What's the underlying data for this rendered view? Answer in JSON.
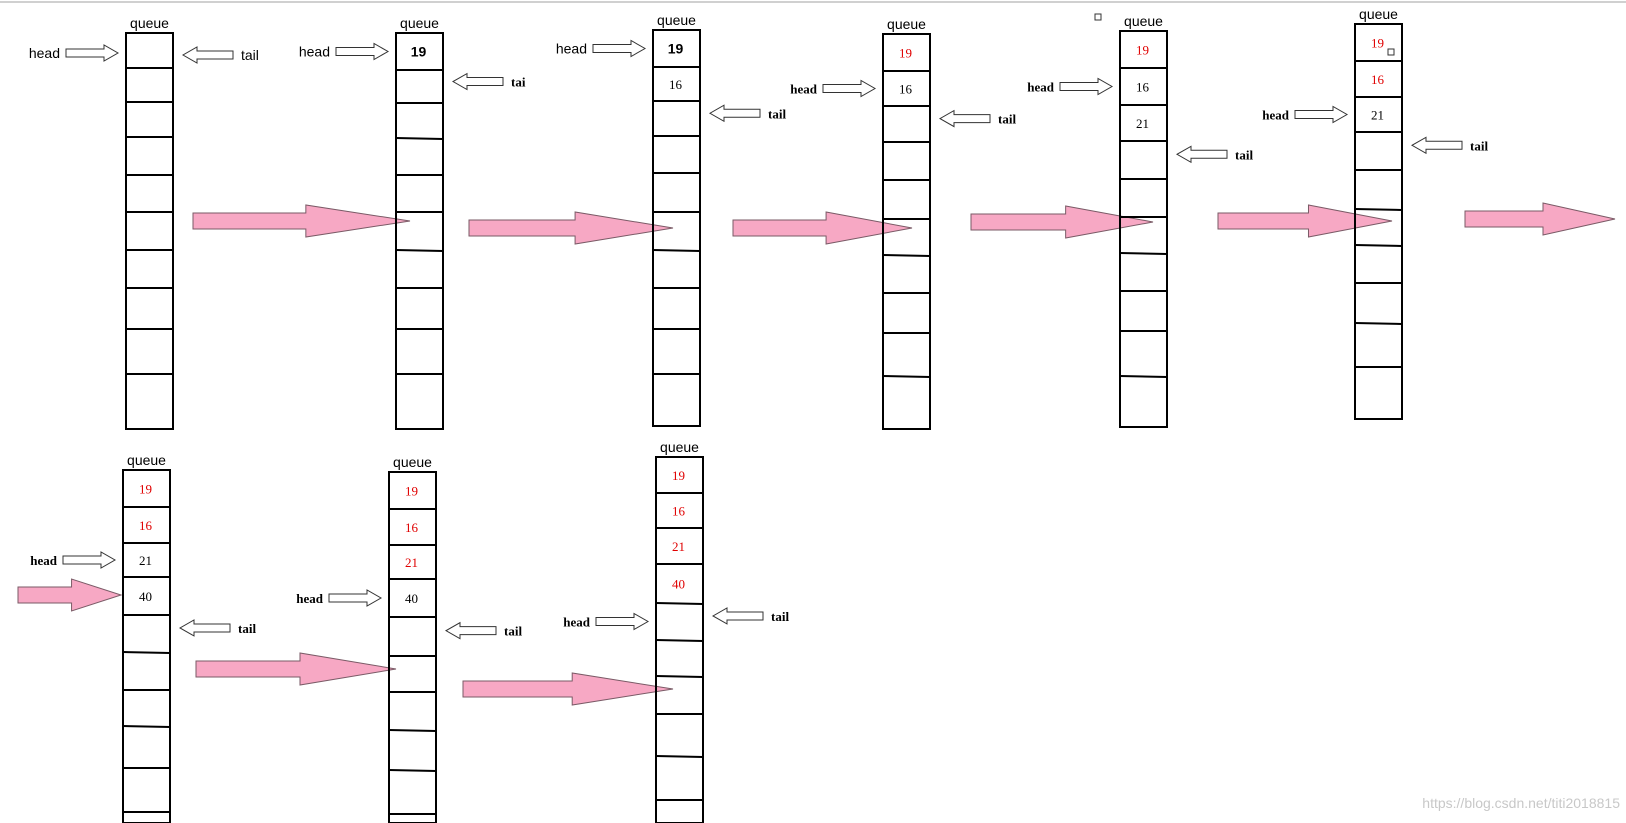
{
  "colors": {
    "dequeued": "#e00000",
    "normal": "#000000",
    "flow_arrow_fill": "#f7a8c4",
    "flow_arrow_stroke": "#7a5a66",
    "pointer_arrow_fill": "#ffffff"
  },
  "queue_label": "queue",
  "head_label": "head",
  "tail_label": "tail",
  "tail_label_truncated": "tai",
  "queues": [
    {
      "cells": [],
      "head_at": 0,
      "tail_at": 0,
      "tail_text": "tail"
    },
    {
      "cells": [
        {
          "v": "19",
          "bold": true
        }
      ],
      "head_at": 0,
      "tail_at": 1,
      "tail_text": "tai"
    },
    {
      "cells": [
        {
          "v": "19",
          "bold": true
        },
        {
          "v": "16"
        }
      ],
      "head_at": 0,
      "tail_at": 2,
      "tail_text": "tail"
    },
    {
      "cells": [
        {
          "v": "19",
          "red": true
        },
        {
          "v": "16"
        }
      ],
      "head_at": 1,
      "tail_at": 2,
      "tail_text": "tail"
    },
    {
      "cells": [
        {
          "v": "19",
          "red": true
        },
        {
          "v": "16"
        },
        {
          "v": "21"
        }
      ],
      "head_at": 1,
      "tail_at": 3,
      "tail_text": "tail"
    },
    {
      "cells": [
        {
          "v": "19",
          "red": true
        },
        {
          "v": "16",
          "red": true
        },
        {
          "v": "21"
        }
      ],
      "head_at": 2,
      "tail_at": 3,
      "tail_text": "tail"
    },
    {
      "cells": [
        {
          "v": "19",
          "red": true
        },
        {
          "v": "16",
          "red": true
        },
        {
          "v": "21"
        },
        {
          "v": "40"
        }
      ],
      "head_at": 2,
      "tail_at": 4,
      "tail_text": "tail"
    },
    {
      "cells": [
        {
          "v": "19",
          "red": true
        },
        {
          "v": "16",
          "red": true
        },
        {
          "v": "21",
          "red": true
        },
        {
          "v": "40"
        }
      ],
      "head_at": 3,
      "tail_at": 4,
      "tail_text": "tail"
    },
    {
      "cells": [
        {
          "v": "19",
          "red": true
        },
        {
          "v": "16",
          "red": true
        },
        {
          "v": "21",
          "red": true
        },
        {
          "v": "40",
          "red": true
        }
      ],
      "head_at": 4,
      "tail_at": 4,
      "tail_text": "tail"
    }
  ],
  "watermark": "https://blog.csdn.net/titi2018815"
}
